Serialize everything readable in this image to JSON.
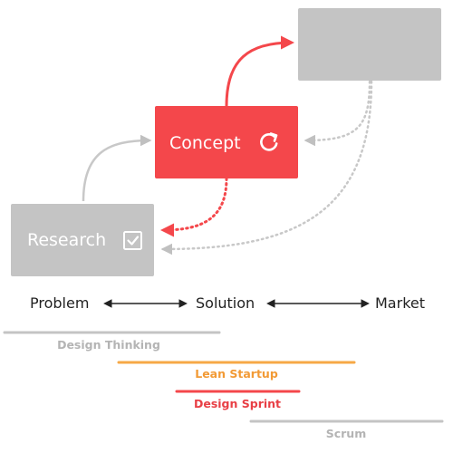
{
  "boxes": {
    "research": {
      "label": "Research",
      "icon": "checkbox-checked-icon",
      "color": "#c4c4c4"
    },
    "concept": {
      "label": "Concept",
      "icon": "refresh-icon",
      "color": "#f4474b"
    },
    "market": {
      "label": "",
      "color": "#c4c4c4"
    }
  },
  "axis": {
    "problem": "Problem",
    "solution": "Solution",
    "market": "Market"
  },
  "methods": [
    {
      "name": "Design Thinking",
      "color": "#c4c4c4",
      "text_color": "#b4b4b4"
    },
    {
      "name": "Lean Startup",
      "color": "#f6a846",
      "text_color": "#f29a35"
    },
    {
      "name": "Design Sprint",
      "color": "#f4474b",
      "text_color": "#e83f45"
    },
    {
      "name": "Scrum",
      "color": "#c4c4c4",
      "text_color": "#b4b4b4"
    }
  ],
  "colors": {
    "accent_red": "#f4474b",
    "gray_box": "#c4c4c4",
    "connector_gray": "#bdbdbd",
    "axis_text": "#222222"
  }
}
